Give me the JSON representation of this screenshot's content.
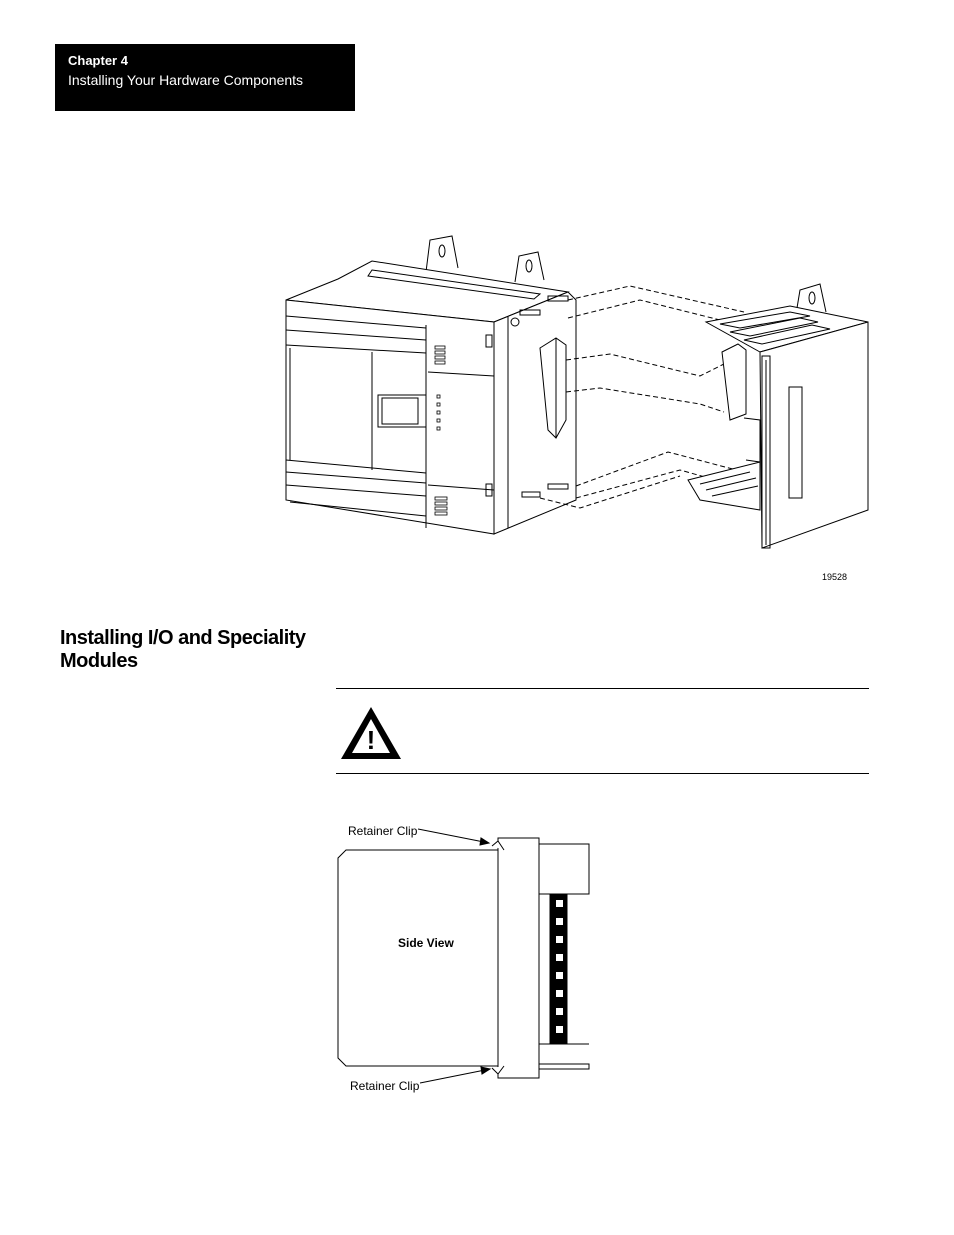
{
  "header": {
    "chapter_label": "Chapter 4",
    "chapter_title": "Installing Your Hardware Components"
  },
  "figure1": {
    "figure_id": "19528"
  },
  "section": {
    "heading": "Installing I/O and Speciality Modules"
  },
  "warning": {
    "icon": "warning-triangle-icon",
    "symbol": "!"
  },
  "figure2": {
    "label_top": "Retainer Clip",
    "label_center": "Side View",
    "label_bottom": "Retainer Clip"
  }
}
